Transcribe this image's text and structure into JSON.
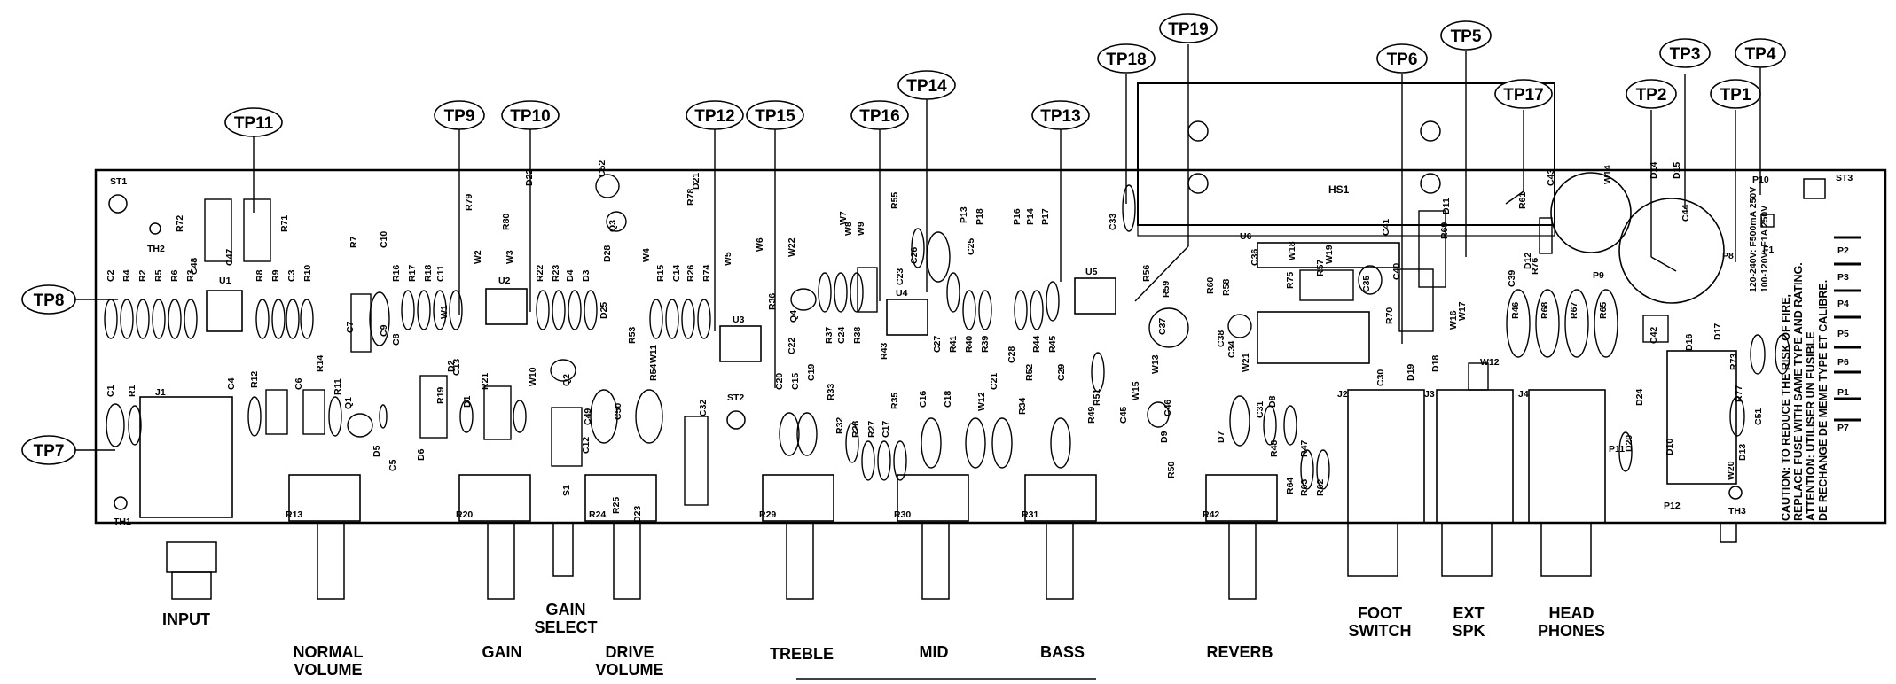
{
  "test_points": {
    "tp11": "TP11",
    "tp9": "TP9",
    "tp10": "TP10",
    "tp12": "TP12",
    "tp15": "TP15",
    "tp16": "TP16",
    "tp14": "TP14",
    "tp13": "TP13",
    "tp18": "TP18",
    "tp19": "TP19",
    "tp6": "TP6",
    "tp5": "TP5",
    "tp17": "TP17",
    "tp2": "TP2",
    "tp3": "TP3",
    "tp1": "TP1",
    "tp4": "TP4",
    "tp8": "TP8",
    "tp7": "TP7"
  },
  "controls": {
    "input": "INPUT",
    "normal_volume": [
      "NORMAL",
      "VOLUME"
    ],
    "gain": "GAIN",
    "gain_select": [
      "GAIN",
      "SELECT"
    ],
    "drive_volume": [
      "DRIVE",
      "VOLUME"
    ],
    "treble": "TREBLE",
    "mid": "MID",
    "bass": "BASS",
    "reverb": "REVERB",
    "foot_switch": [
      "FOOT",
      "SWITCH"
    ],
    "ext_spk": [
      "EXT",
      "SPK"
    ],
    "head_phones": [
      "HEAD",
      "PHONES"
    ]
  },
  "board": {
    "heatsink": "HS1",
    "mount_points": {
      "st1": "ST1",
      "st2": "ST2",
      "st3": "ST3"
    },
    "thermal": {
      "th1": "TH1",
      "th2": "TH2",
      "th3": "TH3"
    },
    "fuse": "F1",
    "caution_lines": [
      "CAUTION: TO REDUCE THE RISK OF FIRE,",
      "REPLACE FUSE WITH SAME TYPE AND RATING.",
      "ATTENTION: UTILISER UN FUSIBLE",
      "DE RECHANGE DE MEME TYPE ET CALIBRE."
    ],
    "fuse_rating_lines": [
      "120-240V: F500mA 250V",
      "100-120V: F1A 250V"
    ],
    "pots": {
      "r13": "R13",
      "r20": "R20",
      "r24": "R24",
      "r29": "R29",
      "r30": "R30",
      "r31": "R31",
      "r42": "R42"
    },
    "jacks": {
      "j1": "J1",
      "j2": "J2",
      "j3": "J3",
      "j4": "J4"
    },
    "ics": {
      "u1": "U1",
      "u2": "U2",
      "u3": "U3",
      "u4": "U4",
      "u5": "U5",
      "u6": "U6"
    },
    "connectors": {
      "p1": "P1",
      "p2": "P2",
      "p3": "P3",
      "p4": "P4",
      "p5": "P5",
      "p6": "P6",
      "p7": "P7",
      "p8": "P8",
      "p9": "P9",
      "p10": "P10",
      "p11": "P11",
      "p12": "P12"
    },
    "component_labels": [
      "C2",
      "R4",
      "R2",
      "R5",
      "R6",
      "R3",
      "C48",
      "C47",
      "R72",
      "R71",
      "R8",
      "R9",
      "C3",
      "R10",
      "R7",
      "C10",
      "R16",
      "R17",
      "R18",
      "C11",
      "C7",
      "C9",
      "C8",
      "W1",
      "W2",
      "W3",
      "R79",
      "R80",
      "D22",
      "C52",
      "Q3",
      "D21",
      "R78",
      "R22",
      "R23",
      "D4",
      "D3",
      "D28",
      "D25",
      "W4",
      "R15",
      "C14",
      "R26",
      "R74",
      "R53",
      "W11",
      "W5",
      "W6",
      "W22",
      "R36",
      "Q4",
      "C22",
      "W7",
      "W8",
      "W9",
      "R55",
      "R37",
      "C24",
      "R38",
      "C23",
      "R43",
      "C26",
      "P13",
      "P18",
      "P16",
      "P14",
      "P17",
      "C25",
      "C27",
      "R41",
      "R40",
      "R39",
      "C28",
      "R44",
      "R45",
      "C29",
      "C33",
      "R56",
      "R59",
      "R60",
      "R58",
      "C36",
      "W18",
      "W19",
      "C41",
      "R57",
      "C35",
      "R75",
      "R70",
      "C37",
      "W13",
      "W21",
      "C34",
      "C38",
      "C40",
      "R69",
      "D11",
      "W17",
      "W16",
      "D19",
      "D18",
      "C30",
      "R76",
      "C39",
      "D12",
      "R61",
      "C43",
      "D14",
      "D15",
      "W14",
      "C44",
      "R46",
      "R68",
      "R67",
      "R65",
      "C42",
      "D16",
      "D17",
      "R73",
      "R77",
      "C51",
      "C1",
      "R1",
      "C4",
      "R12",
      "C6",
      "R14",
      "R11",
      "Q1",
      "R19",
      "D2",
      "D1",
      "C13",
      "R21",
      "W10",
      "Q2",
      "C49",
      "C50",
      "R54",
      "R25",
      "D23",
      "C32",
      "C12",
      "D6",
      "D5",
      "C5",
      "S1",
      "C20",
      "C15",
      "C19",
      "R33",
      "R32",
      "R28",
      "R27",
      "C17",
      "R35",
      "C16",
      "C18",
      "W12",
      "C21",
      "R34",
      "R52",
      "R51",
      "R49",
      "C45",
      "W15",
      "D9",
      "C46",
      "R50",
      "D7",
      "C31",
      "R48",
      "D8",
      "R47",
      "R64",
      "R63",
      "R62",
      "D24",
      "D20",
      "D10",
      "D13",
      "W20"
    ]
  }
}
